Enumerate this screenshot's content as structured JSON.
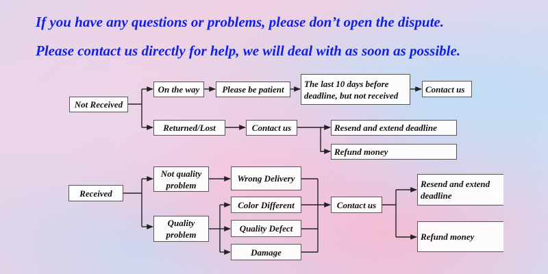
{
  "headline": {
    "line1": "If you have any questions or problems, please don’t open the dispute.",
    "line2": "Please contact us directly for help, we will deal with as soon as possible."
  },
  "colors": {
    "headline": "#1020e6",
    "line": "#222222",
    "box_border": "#555555",
    "box_fill": "#ffffff"
  },
  "not_received": {
    "root": "Not Received",
    "on_the_way": "On the way",
    "be_patient": "Please be patient",
    "last_10_days": "The last 10 days before deadline, but not received",
    "contact_us_1": "Contact us",
    "returned_lost": "Returned/Lost",
    "contact_us_2": "Contact us",
    "resend_extend": "Resend and extend deadline",
    "refund": "Refund money"
  },
  "received": {
    "root": "Received",
    "not_quality": "Not quality problem",
    "wrong_delivery": "Wrong Delivery",
    "quality": "Quality problem",
    "color_different": "Color Different",
    "quality_defect": "Quality Defect",
    "damage": "Damage",
    "contact_us": "Contact us",
    "resend_extend": "Resend and extend deadline",
    "refund": "Refund money"
  }
}
